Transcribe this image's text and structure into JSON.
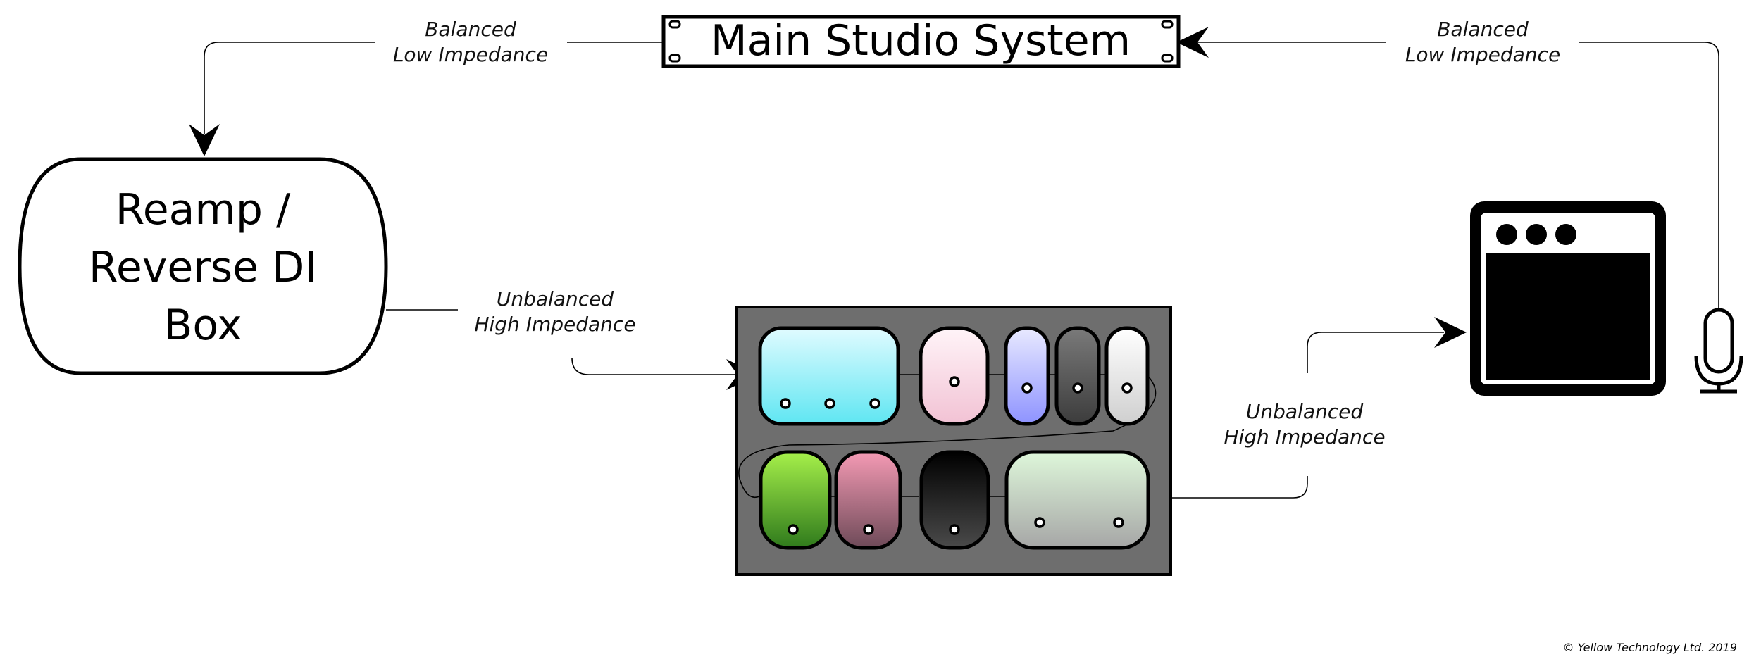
{
  "title": "Main Studio System",
  "reamp_box": {
    "line1": "Reamp /",
    "line2": "Reverse DI",
    "line3": "Box"
  },
  "labels": {
    "top_left": {
      "line1": "Balanced",
      "line2": "Low Impedance"
    },
    "top_right": {
      "line1": "Balanced",
      "line2": "Low Impedance"
    },
    "mid_left": {
      "line1": "Unbalanced",
      "line2": "High Impedance"
    },
    "mid_right": {
      "line1": "Unbalanced",
      "line2": "High Impedance"
    }
  },
  "copyright": "© Yellow Technology Ltd. 2019",
  "icons": [
    "rack-unit-icon",
    "pedalboard-icon",
    "guitar-amp-icon",
    "microphone-icon"
  ],
  "colors": {
    "board": "#6e6e6e",
    "pedal_cyan": "#aaf2f8",
    "pedal_pink": "#f8d8e4",
    "pedal_lavender": "#b4b8ff",
    "pedal_dark": "#575757",
    "pedal_white": "#e6e6e6",
    "pedal_green": "#70d42a",
    "pedal_rose": "#e07898",
    "pedal_black": "#0e0e0e",
    "pedal_mint": "#cfeacc"
  }
}
